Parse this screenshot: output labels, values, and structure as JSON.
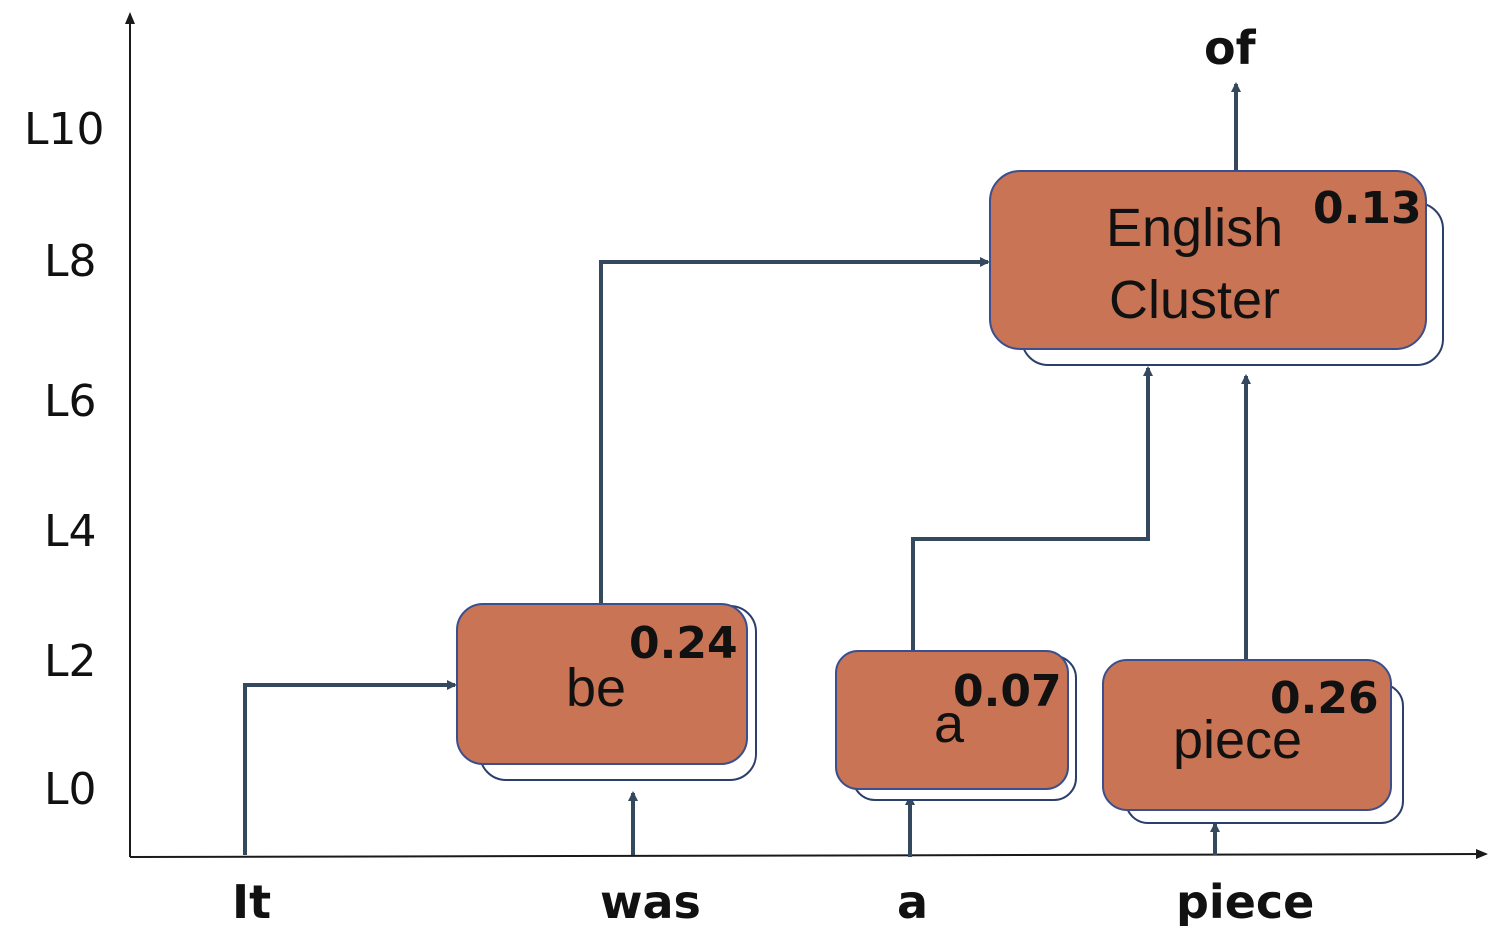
{
  "layers": [
    "L10",
    "L8",
    "L6",
    "L4",
    "L2",
    "L0"
  ],
  "tokens": [
    "It",
    "was",
    "a",
    "piece"
  ],
  "output_token": "of",
  "nodes": {
    "be": {
      "label": "be",
      "score": "0.24"
    },
    "a": {
      "label": "a",
      "score": "0.07"
    },
    "piece": {
      "label": "piece",
      "score": "0.26"
    },
    "english": {
      "label_line1": "English",
      "label_line2": "Cluster",
      "score": "0.13"
    }
  },
  "colors": {
    "node_fill": "#c87455",
    "node_border": "#3a4f8c",
    "edge": "#34495e"
  }
}
